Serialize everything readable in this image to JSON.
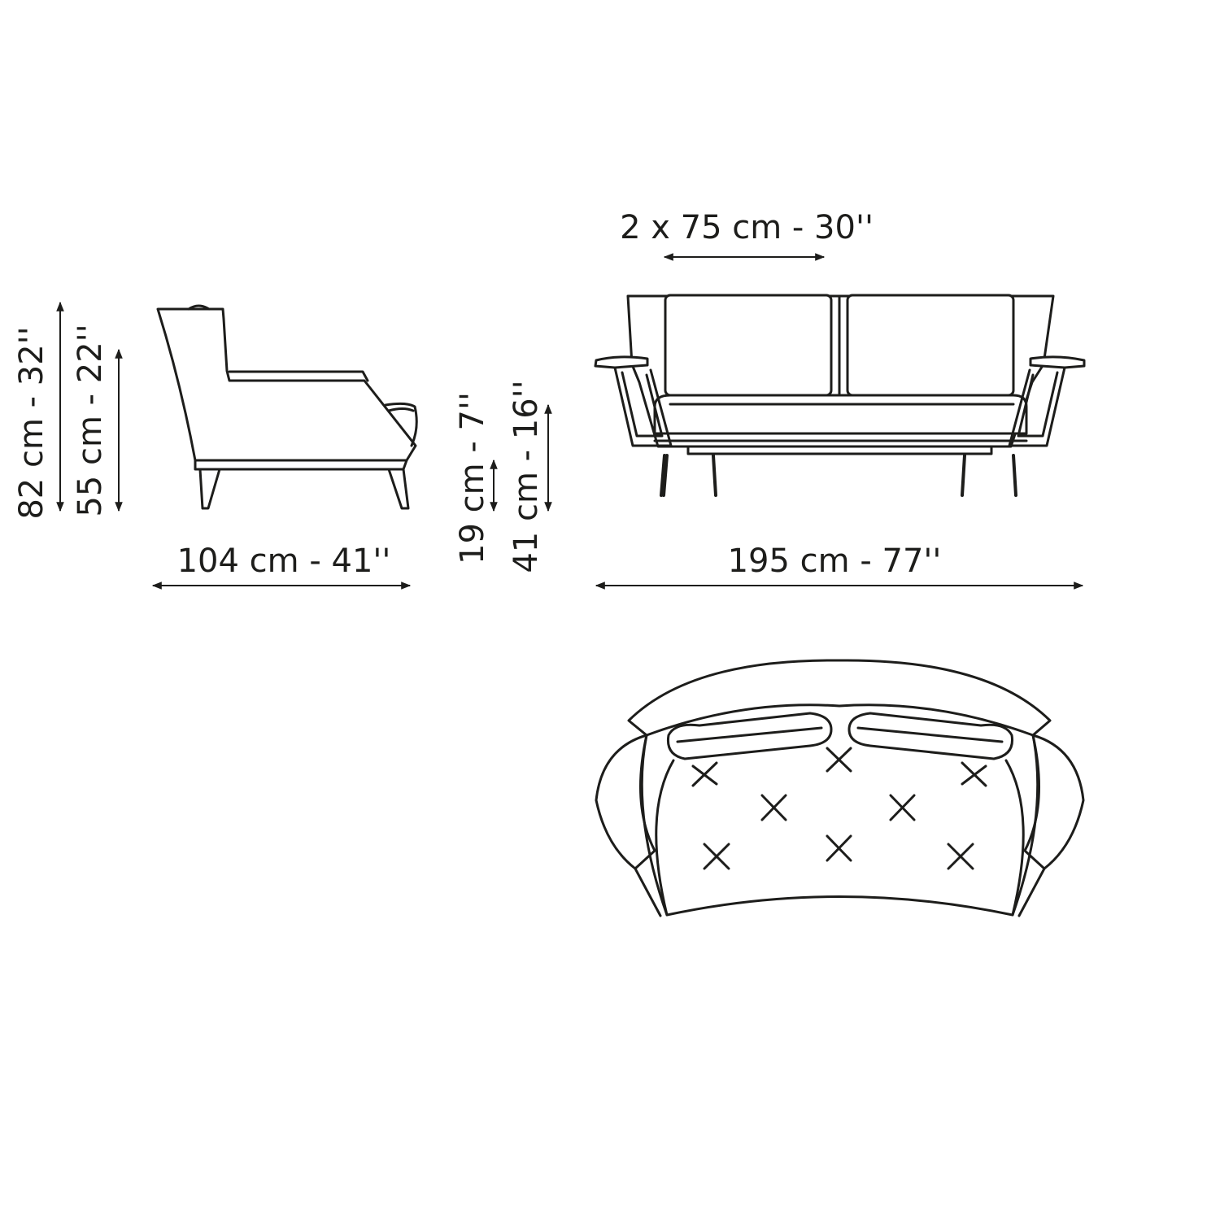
{
  "dimensions": {
    "height_total": "82 cm -  32''",
    "seat_height": "55 cm -  22''",
    "depth": "104 cm - 41''",
    "leg_height": "19 cm -  7''",
    "armrest_height": "41 cm -  16''",
    "cushion_width": "2 x 75 cm - 30''",
    "width": "195 cm - 77''"
  },
  "colors": {
    "line": "#1d1d1b",
    "background": "#ffffff"
  }
}
